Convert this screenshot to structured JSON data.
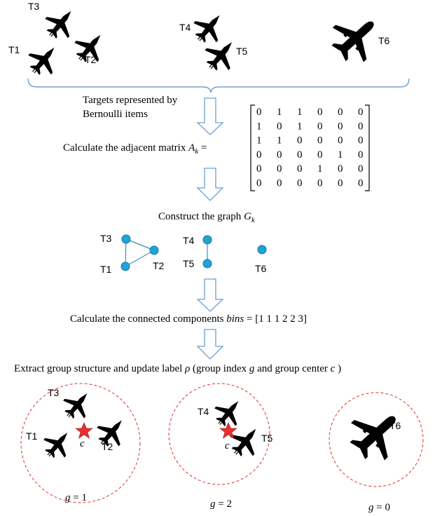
{
  "top_labels": {
    "t3": "T3",
    "t1": "T1",
    "t2": "T2",
    "t4": "T4",
    "t5": "T5",
    "t6": "T6"
  },
  "brace_text": [
    "Targets  represented by",
    "Bernoulli items"
  ],
  "step1": {
    "text": "Calculate the adjacent matrix ",
    "var": "A",
    "sub": "k",
    "eq": " ="
  },
  "matrix": [
    [
      "0",
      "1",
      "1",
      "0",
      "0",
      "0"
    ],
    [
      "1",
      "0",
      "1",
      "0",
      "0",
      "0"
    ],
    [
      "1",
      "1",
      "0",
      "0",
      "0",
      "0"
    ],
    [
      "0",
      "0",
      "0",
      "0",
      "1",
      "0"
    ],
    [
      "0",
      "0",
      "0",
      "1",
      "0",
      "0"
    ],
    [
      "0",
      "0",
      "0",
      "0",
      "0",
      "0"
    ]
  ],
  "step2": {
    "text": "Construct the graph ",
    "var": "G",
    "sub": "k"
  },
  "graph_labels": {
    "t3": "T3",
    "t1": "T1",
    "t2": "T2",
    "t4": "T4",
    "t5": "T5",
    "t6": "T6"
  },
  "step3": {
    "text": "Calculate the connected components ",
    "var": "bins",
    "eq": " = [1 1 1 2 2 3]"
  },
  "step4": {
    "text1": "Extract group structure and update label ",
    "rho": "ρ",
    "text2": " (group index ",
    "g": "g",
    "text3": " and group center ",
    "c": "c",
    "text4": " )"
  },
  "groups": [
    {
      "labels": [
        "T3",
        "T1",
        "T2"
      ],
      "center": "c",
      "caption_var": "g",
      "caption_eq": " = 1"
    },
    {
      "labels": [
        "T4",
        "T5"
      ],
      "center": "c",
      "caption_var": "g",
      "caption_eq": " = 2"
    },
    {
      "labels": [
        "T6"
      ],
      "center": "",
      "caption_var": "g",
      "caption_eq": " = 0"
    }
  ],
  "colors": {
    "node": "#1fa3d9",
    "node_stroke": "#1478a8",
    "arrow": "#6e9fd0",
    "brace": "#5b8fc9",
    "circle": "#e03030",
    "star": "#e63030"
  }
}
